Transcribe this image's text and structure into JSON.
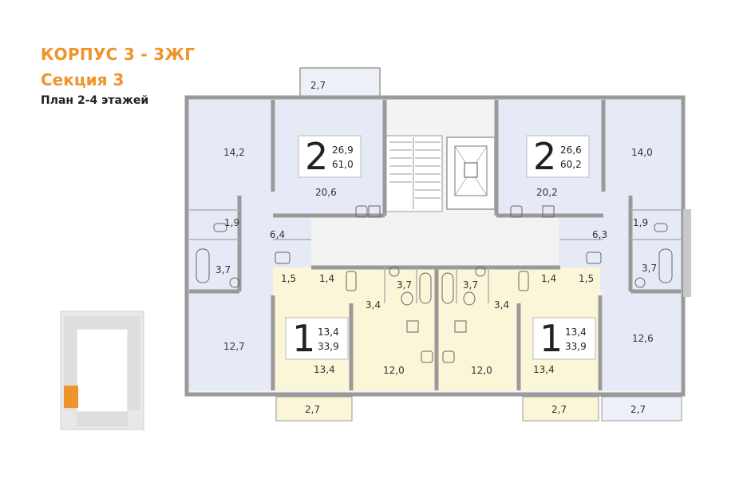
{
  "header": {
    "building": "КОРПУС 3 - 3ЖГ",
    "section": "Секция 3",
    "plan": "План 2-4 этажей"
  },
  "colors": {
    "accent": "#f0932b",
    "two_room_fill": "#e6e9f6",
    "one_room_fill": "#fbf6d8",
    "common_fill": "#f2f2f2",
    "wall": "#9a9a9a"
  },
  "apartments": [
    {
      "id": "left-2",
      "rooms": "2",
      "living_area": "26,9",
      "total_area": "61,0"
    },
    {
      "id": "right-2",
      "rooms": "2",
      "living_area": "26,6",
      "total_area": "60,2"
    },
    {
      "id": "left-1",
      "rooms": "1",
      "living_area": "13,4",
      "total_area": "33,9"
    },
    {
      "id": "right-1",
      "rooms": "1",
      "living_area": "13,4",
      "total_area": "33,9"
    }
  ],
  "rooms": {
    "balcony_top": "2,7",
    "l_room_a": "14,2",
    "l_kitchen": "20,6",
    "l_wc": "1,9",
    "l_hall": "6,4",
    "l_bath": "3,7",
    "l_closet": "1,5",
    "l_room_b": "12,7",
    "r_kitchen": "20,2",
    "r_room_a": "14,0",
    "r_hall": "6,3",
    "r_wc": "1,9",
    "r_bath": "3,7",
    "r_closet": "1,5",
    "r_room_b": "12,6",
    "m_l_closet": "1,4",
    "m_l_bath": "3,7",
    "m_l_hall": "3,4",
    "m_l_room": "13,4",
    "m_l_kitchen": "12,0",
    "m_r_kitchen": "12,0",
    "m_r_bath": "3,7",
    "m_r_hall": "3,4",
    "m_r_closet": "1,4",
    "m_r_room": "13,4",
    "balcony_bl": "2,7",
    "balcony_bm": "2,7",
    "balcony_br": "2,7"
  },
  "key_plan": {
    "highlighted_section": "3"
  }
}
